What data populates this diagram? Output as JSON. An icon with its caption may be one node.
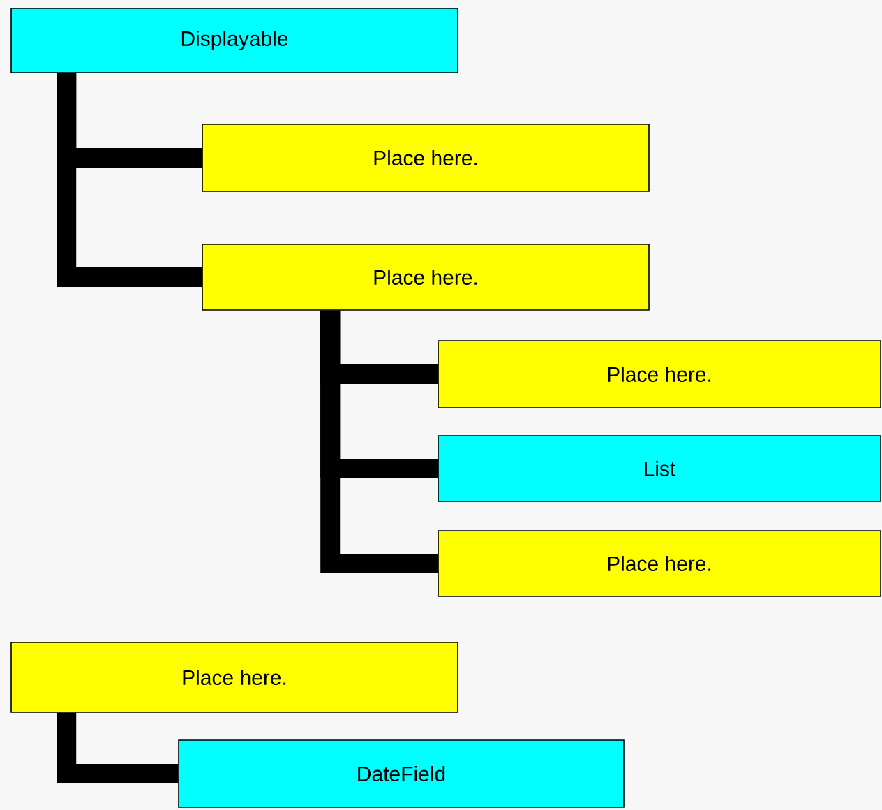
{
  "diagram": {
    "nodes": [
      {
        "text": [
          "Displayable"
        ]
      },
      {
        "text": [
          "Place here."
        ]
      },
      {
        "text": [
          "Place here."
        ]
      },
      {
        "text": [
          "Place here."
        ]
      },
      {
        "text": [
          "List"
        ]
      },
      {
        "text": [
          "Place here."
        ]
      },
      {
        "text": [
          "Place here."
        ]
      },
      {
        "text": [
          "DateField"
        ]
      }
    ],
    "edges": [
      {
        "from": 0,
        "to": 1,
        "arrow": "none"
      },
      {
        "from": 0,
        "to": 2,
        "arrow": "none"
      },
      {
        "from": 2,
        "to": 3,
        "arrow": "none"
      },
      {
        "from": 2,
        "to": 4,
        "arrow": "none"
      },
      {
        "from": 2,
        "to": 5,
        "arrow": "none"
      },
      {
        "from": 6,
        "to": 7,
        "arrow": "none"
      }
    ]
  }
}
